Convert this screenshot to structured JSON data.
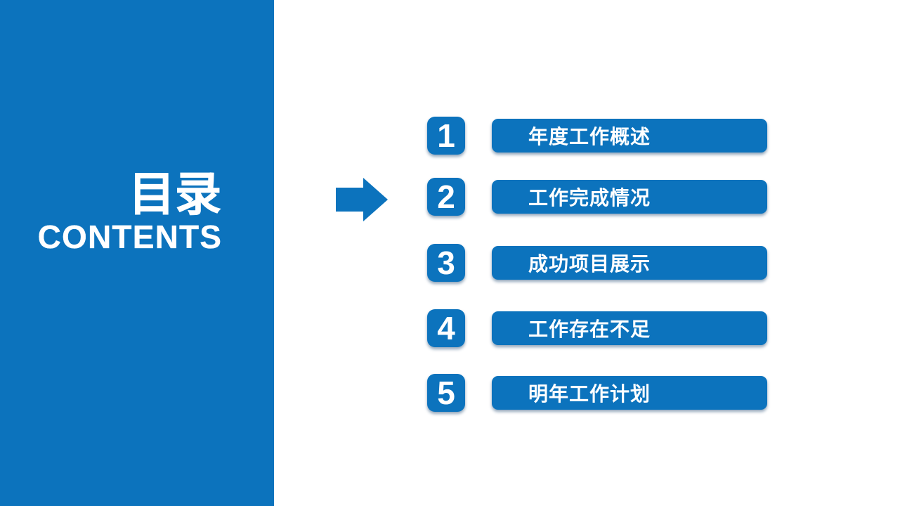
{
  "slide": {
    "panel": {
      "title_cn": "目录",
      "title_en": "CONTENTS"
    },
    "items": [
      {
        "num": "1",
        "label": "年度工作概述"
      },
      {
        "num": "2",
        "label": "工作完成情况"
      },
      {
        "num": "3",
        "label": "成功项目展示"
      },
      {
        "num": "4",
        "label": "工作存在不足"
      },
      {
        "num": "5",
        "label": "明年工作计划"
      }
    ],
    "icons": {
      "arrow": "arrow-right"
    },
    "colors": {
      "primary_blue": "#0C73BD",
      "background": "#FFFFFF",
      "text_on_blue": "#FFFFFF"
    }
  }
}
